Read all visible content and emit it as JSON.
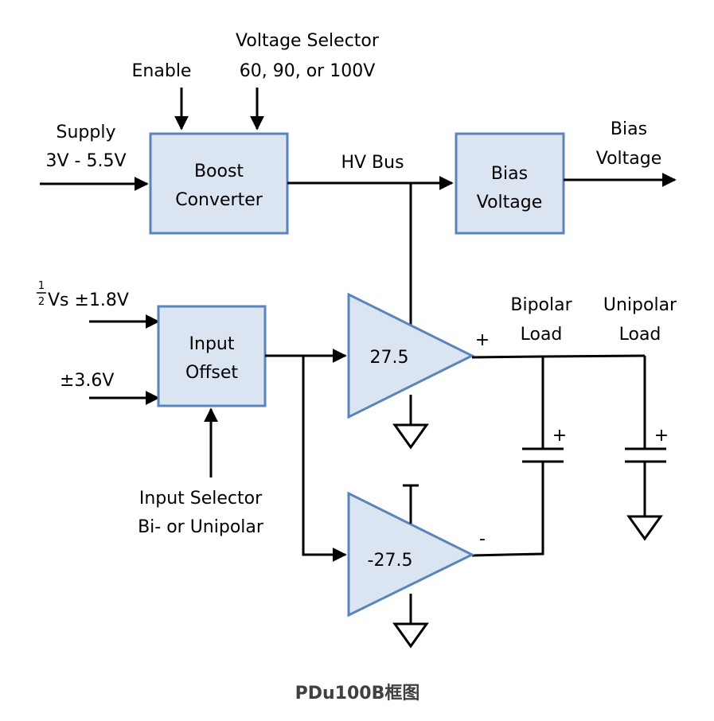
{
  "diagram": {
    "caption": "PDu100B框图",
    "blocks": {
      "boost_converter": {
        "line1": "Boost",
        "line2": "Converter"
      },
      "bias_voltage": {
        "line1": "Bias",
        "line2": "Voltage"
      },
      "input_offset": {
        "line1": "Input",
        "line2": "Offset"
      }
    },
    "amplifiers": {
      "positive": {
        "gain": "27.5",
        "output_polarity": "+"
      },
      "negative": {
        "gain": "-27.5",
        "output_polarity": "-"
      }
    },
    "labels": {
      "enable": "Enable",
      "voltage_selector_line1": "Voltage Selector",
      "voltage_selector_line2": "60, 90, or 100V",
      "supply_line1": "Supply",
      "supply_line2": "3V - 5.5V",
      "hv_bus": "HV Bus",
      "bias_out_line1": "Bias",
      "bias_out_line2": "Voltage",
      "input1_frac_num": "1",
      "input1_frac_den": "2",
      "input1_text": "Vs ±1.8V",
      "input2_text": "±3.6V",
      "input_selector_line1": "Input Selector",
      "input_selector_line2": "Bi- or Unipolar",
      "bipolar_load_line1": "Bipolar",
      "bipolar_load_line2": "Load",
      "unipolar_load_line1": "Unipolar",
      "unipolar_load_line2": "Load",
      "cap_plus_bipolar": "+",
      "cap_plus_unipolar": "+"
    },
    "colors": {
      "block_fill": "#dbe5f2",
      "block_stroke": "#5b84bc",
      "caption": "#404040"
    }
  }
}
